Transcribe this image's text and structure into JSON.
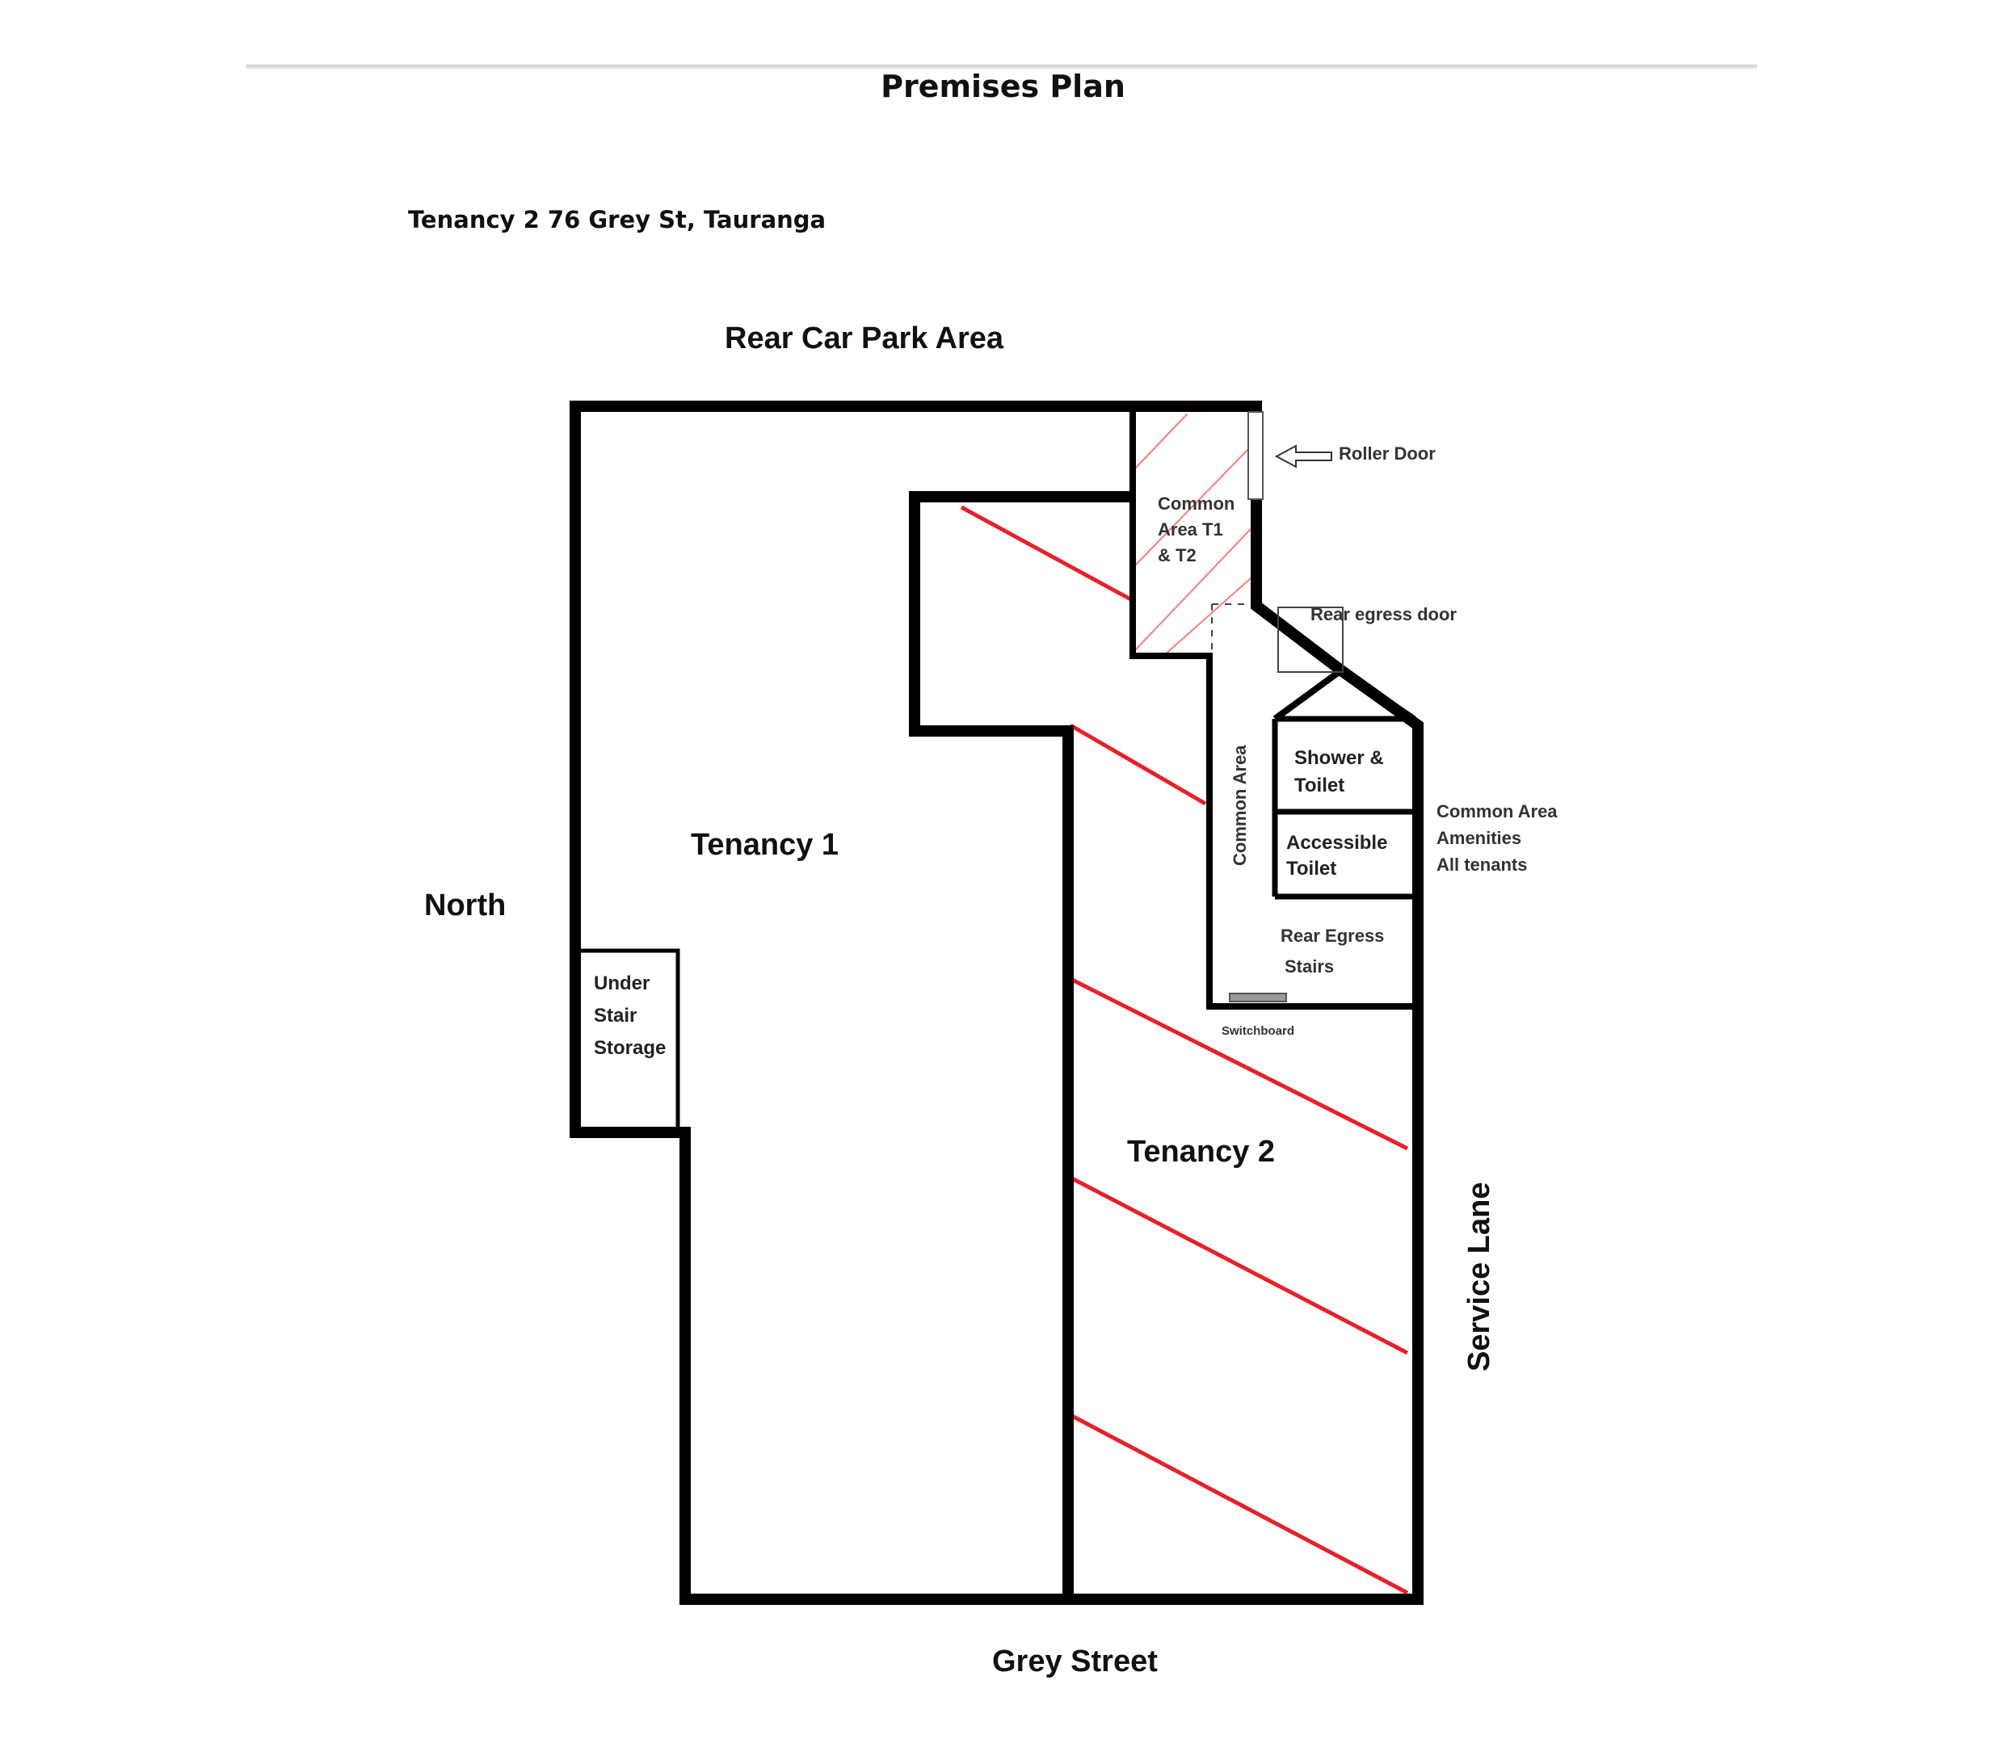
{
  "document": {
    "title": "Premises Plan",
    "tenancy_address": "Tenancy 2   76 Grey St, Tauranga"
  },
  "surroundings": {
    "top": "Rear Car Park Area",
    "left": "North",
    "right": "Service Lane",
    "bottom": "Grey Street"
  },
  "areas": {
    "tenancy_1": "Tenancy 1",
    "tenancy_2": "Tenancy 2",
    "under_stair_storage": [
      "Under",
      "Stair",
      "Storage"
    ],
    "common_area_t1_t2": [
      "Common",
      "Area T1",
      "& T2"
    ],
    "common_area_vertical": "Common Area",
    "shower_toilet": [
      "Shower &",
      "Toilet"
    ],
    "accessible_toilet": [
      "Accessible",
      "Toilet"
    ],
    "rear_egress_stairs": [
      "Rear Egress",
      "Stairs"
    ],
    "amenities_note": [
      "Common Area",
      "Amenities",
      "All tenants"
    ]
  },
  "features": {
    "roller_door": "Roller Door",
    "rear_egress_door": "Rear egress door",
    "switchboard": "Switchboard"
  },
  "colors": {
    "wall": "#000000",
    "tenancy2_hatch": "#e8202a",
    "common_hatch": "#f08080"
  }
}
